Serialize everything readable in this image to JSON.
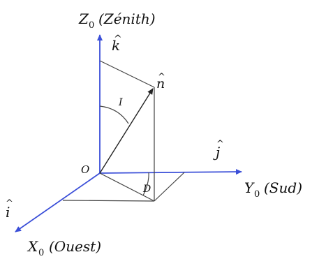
{
  "axes": {
    "z": {
      "name": "Z",
      "sub": "0",
      "qual": "(Zénith)",
      "unit": "k"
    },
    "y": {
      "name": "Y",
      "sub": "0",
      "qual": "(Sud)",
      "unit": "j"
    },
    "x": {
      "name": "X",
      "sub": "0",
      "qual": "(Ouest)",
      "unit": "i"
    }
  },
  "vector": {
    "name": "n"
  },
  "origin": "O",
  "angles": {
    "inclination": "I",
    "declination": "D"
  },
  "hat": "^",
  "colors": {
    "axis": "#3b4fd8",
    "lines": "#444444"
  }
}
